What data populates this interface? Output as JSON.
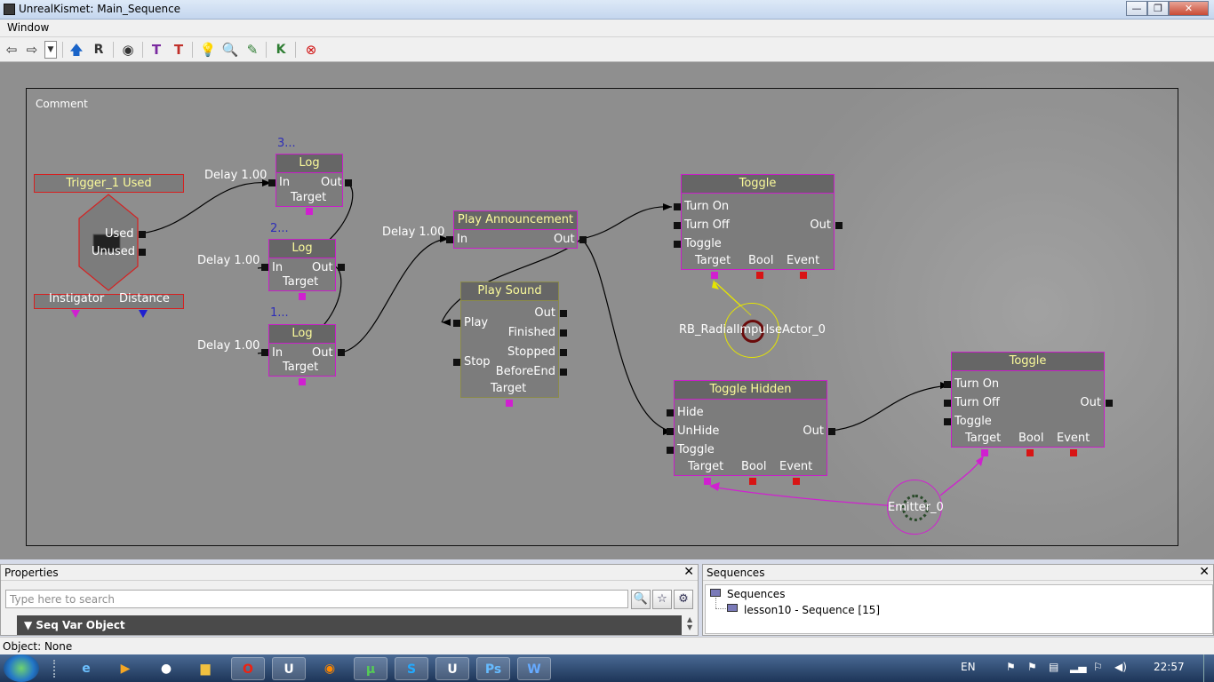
{
  "window": {
    "title": "UnrealKismet: Main_Sequence",
    "minimize": "—",
    "maximize": "❐",
    "close": "✕"
  },
  "menu": {
    "window": "Window"
  },
  "toolbar_icons": [
    "back-icon",
    "forward-icon",
    "dropdown-icon",
    "parent-sequence-icon",
    "rename-icon",
    "hide-icon",
    "open-icon",
    "paste-icon",
    "find-icon",
    "search-icon",
    "zoom-icon",
    "kismet-icon",
    "stop-icon"
  ],
  "canvas": {
    "comment": "Comment",
    "event": {
      "title": "Trigger_1 Used",
      "outputs": [
        "Used",
        "Unused"
      ],
      "vars": [
        "Instigator",
        "Distance"
      ]
    },
    "logs": [
      {
        "badge": "3...",
        "title": "Log",
        "delay": "Delay 1.00",
        "in": "In",
        "out": "Out",
        "target": "Target"
      },
      {
        "badge": "2...",
        "title": "Log",
        "delay": "Delay 1.00",
        "in": "In",
        "out": "Out",
        "target": "Target"
      },
      {
        "badge": "1...",
        "title": "Log",
        "delay": "Delay 1.00",
        "in": "In",
        "out": "Out",
        "target": "Target"
      }
    ],
    "announcement": {
      "title": "Play Announcement",
      "delay": "Delay 1.00",
      "in": "In",
      "out": "Out"
    },
    "play_sound": {
      "title": "Play Sound",
      "inputs": [
        "Play",
        "Stop"
      ],
      "outputs": [
        "Out",
        "Finished",
        "Stopped",
        "BeforeEnd"
      ],
      "target": "Target"
    },
    "toggle1": {
      "title": "Toggle",
      "inputs": [
        "Turn On",
        "Turn Off",
        "Toggle"
      ],
      "out": "Out",
      "vars": [
        "Target",
        "Bool",
        "Event"
      ]
    },
    "toggle_hidden": {
      "title": "Toggle Hidden",
      "inputs": [
        "Hide",
        "UnHide",
        "Toggle"
      ],
      "out": "Out",
      "vars": [
        "Target",
        "Bool",
        "Event"
      ]
    },
    "toggle2": {
      "title": "Toggle",
      "inputs": [
        "Turn On",
        "Turn Off",
        "Toggle"
      ],
      "out": "Out",
      "vars": [
        "Target",
        "Bool",
        "Event"
      ]
    },
    "radial_actor": "RB_RadialImpulseActor_0",
    "emitter": "Emitter_0"
  },
  "properties": {
    "title": "Properties",
    "close": "✕",
    "search_placeholder": "Type here to search",
    "category": "Seq Var Object"
  },
  "sequences": {
    "title": "Sequences",
    "close": "✕",
    "root": "Sequences",
    "child": "lesson10 - Sequence [15]"
  },
  "status": "Object: None",
  "taskbar": {
    "apps": [
      "ie-icon",
      "media-player-icon",
      "game-icon",
      "explorer-icon",
      "opera-icon",
      "unreal-icon",
      "firefox-icon",
      "utorrent-icon",
      "skype-icon",
      "unreal-editor-icon",
      "photoshop-icon",
      "word-icon"
    ],
    "tray_lang": "EN",
    "clock": "22:57"
  }
}
